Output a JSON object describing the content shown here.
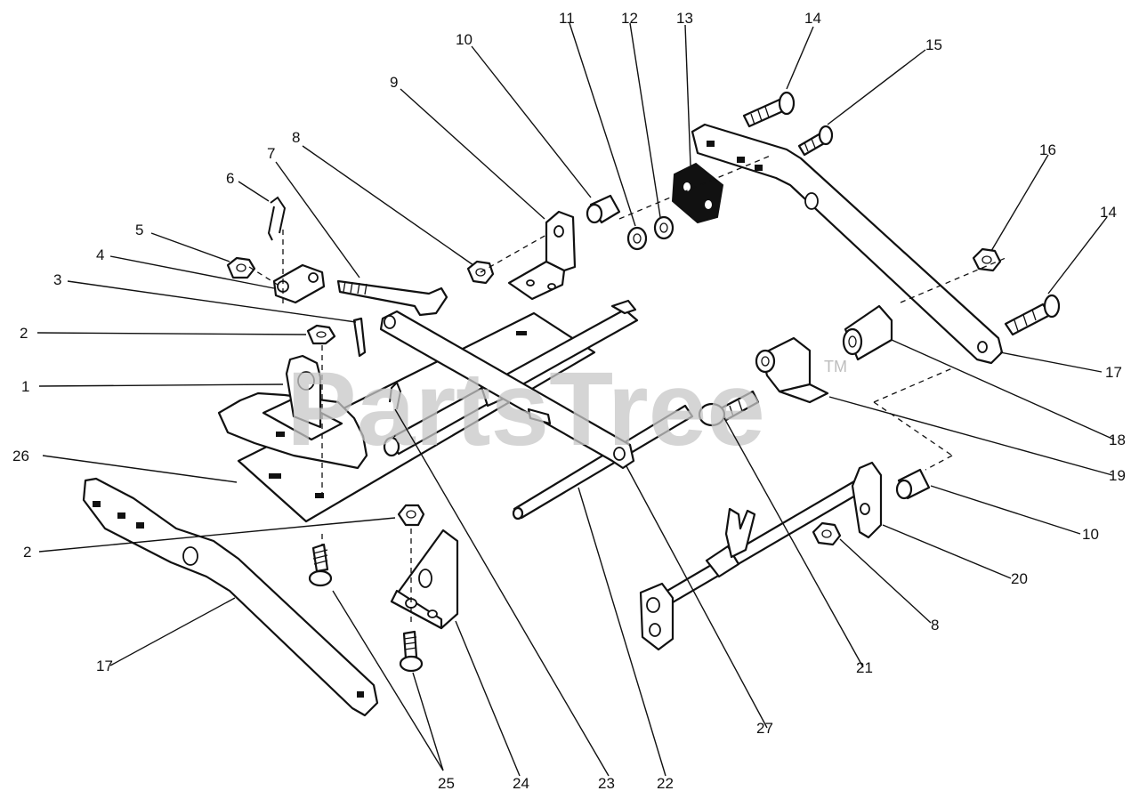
{
  "watermark": {
    "text": "PartsTree",
    "tm": "TM"
  },
  "callouts": [
    {
      "id": "c1",
      "label": "1"
    },
    {
      "id": "c2a",
      "label": "2"
    },
    {
      "id": "c2b",
      "label": "2"
    },
    {
      "id": "c3",
      "label": "3"
    },
    {
      "id": "c4",
      "label": "4"
    },
    {
      "id": "c5",
      "label": "5"
    },
    {
      "id": "c6",
      "label": "6"
    },
    {
      "id": "c7",
      "label": "7"
    },
    {
      "id": "c8a",
      "label": "8"
    },
    {
      "id": "c8b",
      "label": "8"
    },
    {
      "id": "c9",
      "label": "9"
    },
    {
      "id": "c10a",
      "label": "10"
    },
    {
      "id": "c10b",
      "label": "10"
    },
    {
      "id": "c11",
      "label": "11"
    },
    {
      "id": "c12",
      "label": "12"
    },
    {
      "id": "c13",
      "label": "13"
    },
    {
      "id": "c14a",
      "label": "14"
    },
    {
      "id": "c14b",
      "label": "14"
    },
    {
      "id": "c15",
      "label": "15"
    },
    {
      "id": "c16",
      "label": "16"
    },
    {
      "id": "c17a",
      "label": "17"
    },
    {
      "id": "c17b",
      "label": "17"
    },
    {
      "id": "c18",
      "label": "18"
    },
    {
      "id": "c19",
      "label": "19"
    },
    {
      "id": "c20",
      "label": "20"
    },
    {
      "id": "c21",
      "label": "21"
    },
    {
      "id": "c22",
      "label": "22"
    },
    {
      "id": "c23",
      "label": "23"
    },
    {
      "id": "c24",
      "label": "24"
    },
    {
      "id": "c25",
      "label": "25"
    },
    {
      "id": "c26",
      "label": "26"
    },
    {
      "id": "c27",
      "label": "27"
    }
  ]
}
